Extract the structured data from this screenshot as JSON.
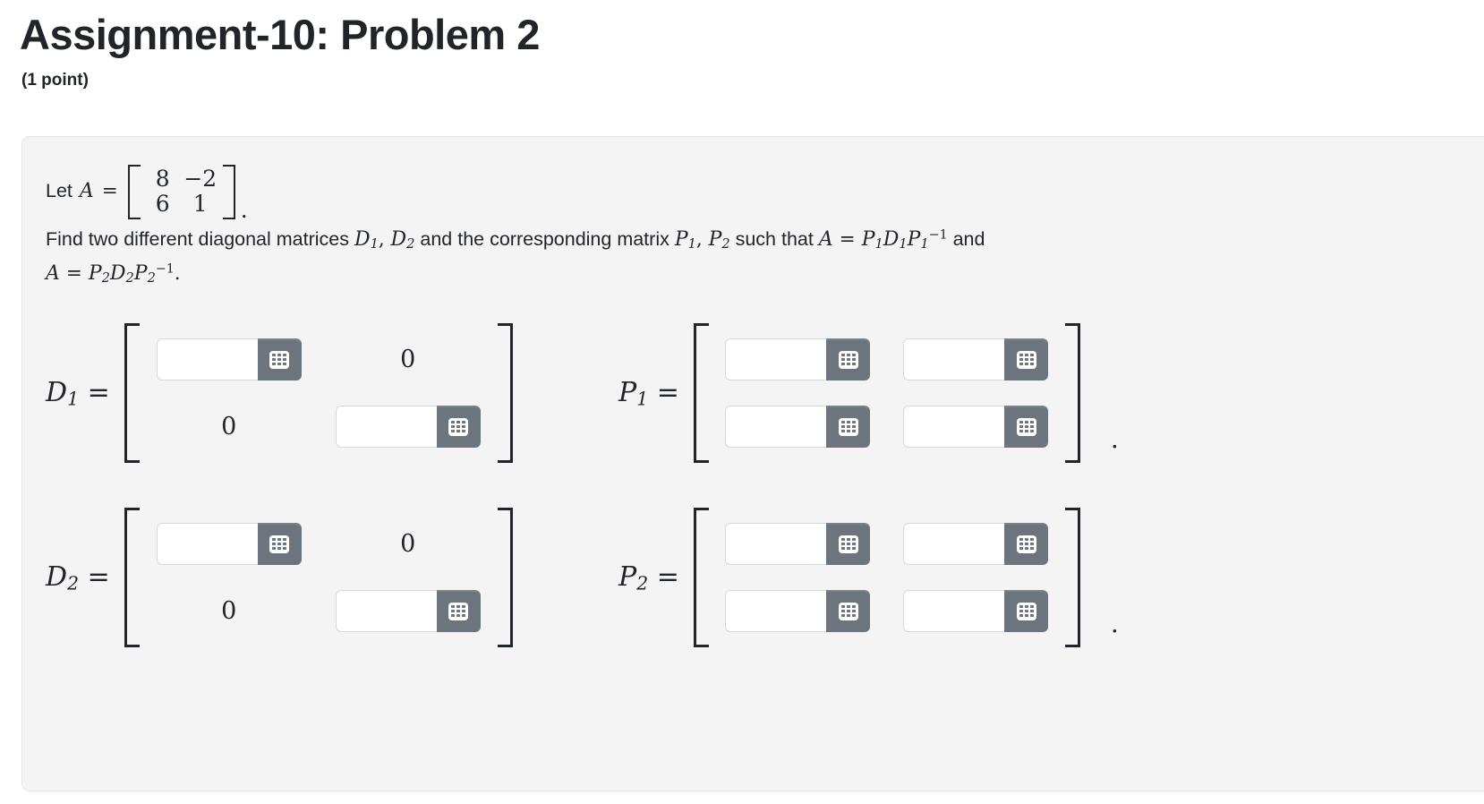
{
  "header": {
    "title": "Assignment-10: Problem 2",
    "point_value": "(1 point)"
  },
  "problem": {
    "let_label": "Let",
    "var_A": "A",
    "equals": "=",
    "matrix_A": {
      "rows": [
        [
          "8",
          "−2"
        ],
        [
          "6",
          "1"
        ]
      ]
    },
    "period": ".",
    "find_text_1": "Find two different diagonal matrices ",
    "find_d1": "D",
    "find_d1_sub": "1",
    "find_comma": ", ",
    "find_d2": "D",
    "find_d2_sub": "2",
    "find_text_2": " and the corresponding matrix ",
    "find_p1": "P",
    "find_p1_sub": "1",
    "find_p2": "P",
    "find_p2_sub": "2",
    "find_text_3": " such that ",
    "eq1_A": "A",
    "eq1_body": "P",
    "find_text_4": " and",
    "line2_A": "A",
    "line2_period": "."
  },
  "answer_matrices": [
    {
      "id": "D1",
      "label_base": "D",
      "label_sub": "1",
      "label_eq": "=",
      "type": "diagonal",
      "cells": [
        {
          "kind": "input",
          "value": "",
          "placeholder": "",
          "name": "d1-r1c1"
        },
        {
          "kind": "zero",
          "value": "0",
          "name": "d1-r1c2"
        },
        {
          "kind": "zero",
          "value": "0",
          "name": "d1-r2c1"
        },
        {
          "kind": "input",
          "value": "",
          "placeholder": "",
          "name": "d1-r2c2"
        }
      ],
      "trailing": ""
    },
    {
      "id": "P1",
      "label_base": "P",
      "label_sub": "1",
      "label_eq": "=",
      "type": "full",
      "cells": [
        {
          "kind": "input",
          "value": "",
          "placeholder": "",
          "name": "p1-r1c1"
        },
        {
          "kind": "input",
          "value": "",
          "placeholder": "",
          "name": "p1-r1c2"
        },
        {
          "kind": "input",
          "value": "",
          "placeholder": "",
          "name": "p1-r2c1"
        },
        {
          "kind": "input",
          "value": "",
          "placeholder": "",
          "name": "p1-r2c2"
        }
      ],
      "trailing": "."
    },
    {
      "id": "D2",
      "label_base": "D",
      "label_sub": "2",
      "label_eq": "=",
      "type": "diagonal",
      "cells": [
        {
          "kind": "input",
          "value": "",
          "placeholder": "",
          "name": "d2-r1c1"
        },
        {
          "kind": "zero",
          "value": "0",
          "name": "d2-r1c2"
        },
        {
          "kind": "zero",
          "value": "0",
          "name": "d2-r2c1"
        },
        {
          "kind": "input",
          "value": "",
          "placeholder": "",
          "name": "d2-r2c2"
        }
      ],
      "trailing": ""
    },
    {
      "id": "P2",
      "label_base": "P",
      "label_sub": "2",
      "label_eq": "=",
      "type": "full",
      "cells": [
        {
          "kind": "input",
          "value": "",
          "placeholder": "",
          "name": "p2-r1c1"
        },
        {
          "kind": "input",
          "value": "",
          "placeholder": "",
          "name": "p2-r1c2"
        },
        {
          "kind": "input",
          "value": "",
          "placeholder": "",
          "name": "p2-r2c1"
        },
        {
          "kind": "input",
          "value": "",
          "placeholder": "",
          "name": "p2-r2c2"
        }
      ],
      "trailing": "."
    }
  ],
  "icons": {
    "keypad": "calculator-keypad-icon"
  },
  "colors": {
    "card_background": "#f4f4f4",
    "card_border": "#e6e6e6",
    "keypad_button": "#6c757d",
    "input_border": "#d5d7d8",
    "text": "#212529",
    "page_background": "#ffffff"
  }
}
